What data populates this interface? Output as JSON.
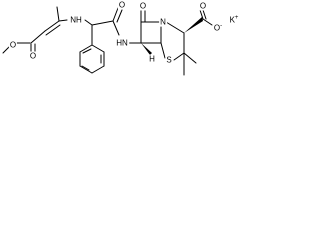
{
  "labels": {
    "o_methoxy": "O",
    "o_ester_carbonyl": "O",
    "nh_enamine": "NH",
    "o_amide": "O",
    "nh_amide": "HN",
    "h_stereo": "H",
    "o_lactam": "O",
    "n_ring": "N",
    "s_ring": "S",
    "o_carboxyl": "O",
    "o_carboxylate": "O",
    "charge_minus": "-",
    "potassium": "K",
    "charge_plus": "+"
  }
}
